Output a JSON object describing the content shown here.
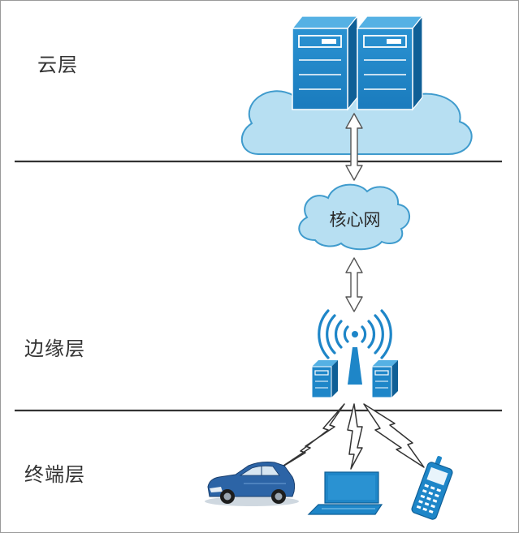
{
  "layers": {
    "cloud": "云层",
    "edge": "边缘层",
    "terminal": "终端层"
  },
  "core_network": "核心网",
  "colors": {
    "server_blue": "#1e86c8",
    "server_dark": "#0f5f96",
    "server_light": "#55b1e4",
    "cloud_fill": "#b7dff2",
    "cloud_stroke": "#3f9bcd",
    "divider": "#333333",
    "arrow_fill": "#ffffff",
    "arrow_stroke": "#555555"
  },
  "icons": [
    "server-icon",
    "cloud-icon",
    "base-station-icon",
    "wireless-signal-icon",
    "car-icon",
    "laptop-icon",
    "mobile-phone-icon"
  ]
}
